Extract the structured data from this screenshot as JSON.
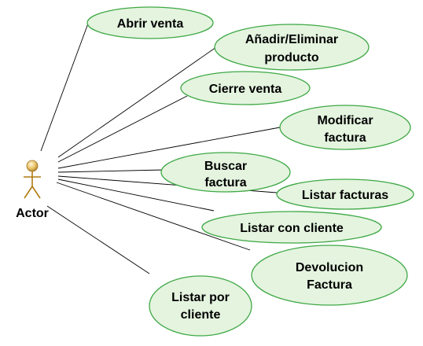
{
  "actor": {
    "label": "Actor"
  },
  "use_cases": [
    {
      "id": "abrir-venta",
      "lines": [
        "Abrir venta"
      ]
    },
    {
      "id": "anadir-eliminar-producto",
      "lines": [
        "Añadir/Eliminar",
        "producto"
      ]
    },
    {
      "id": "cierre-venta",
      "lines": [
        "Cierre venta"
      ]
    },
    {
      "id": "modificar-factura",
      "lines": [
        "Modificar",
        "factura"
      ]
    },
    {
      "id": "buscar-factura",
      "lines": [
        "Buscar",
        "factura"
      ]
    },
    {
      "id": "listar-facturas",
      "lines": [
        "Listar facturas"
      ]
    },
    {
      "id": "listar-con-cliente",
      "lines": [
        "Listar con cliente"
      ]
    },
    {
      "id": "devolucion-factura",
      "lines": [
        "Devolucion",
        "Factura"
      ]
    },
    {
      "id": "listar-por-cliente",
      "lines": [
        "Listar por",
        "cliente"
      ]
    }
  ],
  "colors": {
    "ellipse_fill": "#e4f4df",
    "ellipse_stroke": "#3ea845",
    "actor_head": "#e8c46a",
    "actor_body": "#b07b10"
  }
}
